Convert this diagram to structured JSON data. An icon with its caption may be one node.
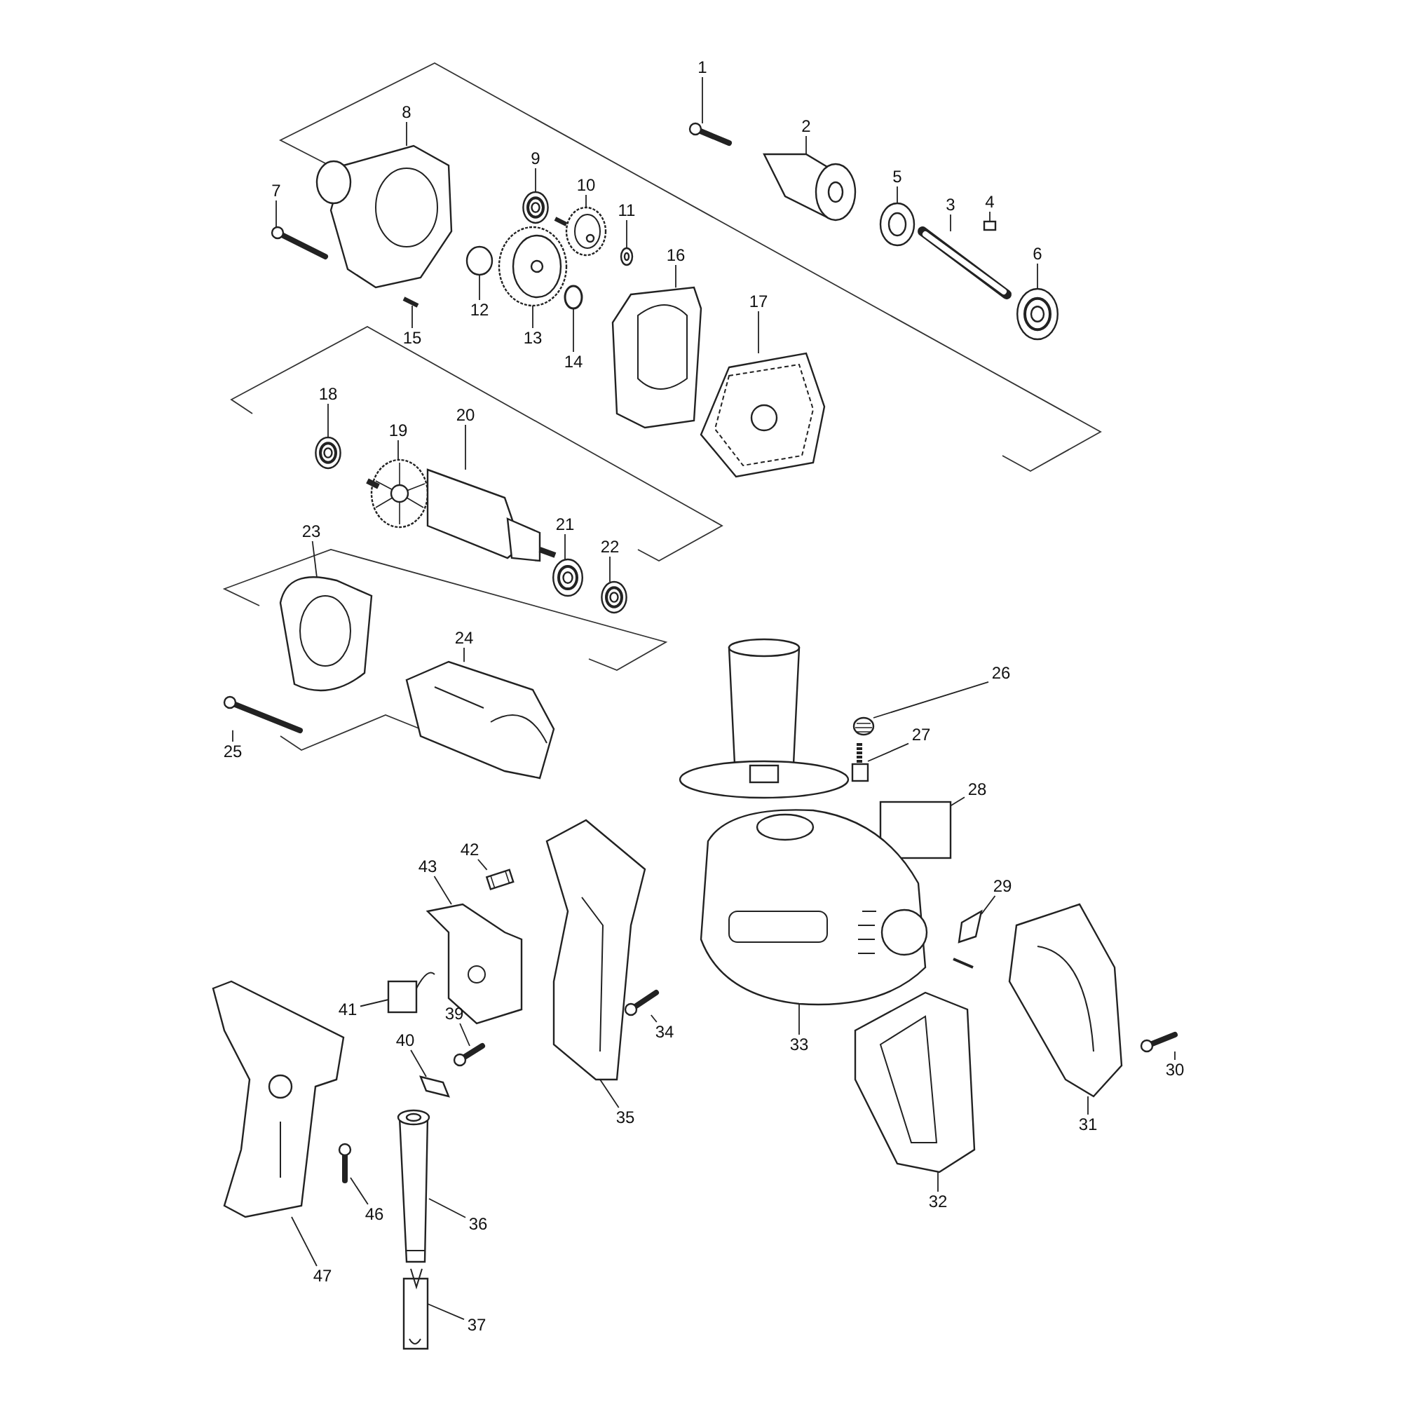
{
  "diagram": {
    "nodes": [
      {
        "text": [
          "1"
        ]
      },
      {
        "text": [
          "2"
        ]
      },
      {
        "text": [
          "3"
        ]
      },
      {
        "text": [
          "4"
        ]
      },
      {
        "text": [
          "5"
        ]
      },
      {
        "text": [
          "6"
        ]
      },
      {
        "text": [
          "7"
        ]
      },
      {
        "text": [
          "8"
        ]
      },
      {
        "text": [
          "9"
        ]
      },
      {
        "text": [
          "10"
        ]
      },
      {
        "text": [
          "11"
        ]
      },
      {
        "text": [
          "12"
        ]
      },
      {
        "text": [
          "13"
        ]
      },
      {
        "text": [
          "14"
        ]
      },
      {
        "text": [
          "15"
        ]
      },
      {
        "text": [
          "16"
        ]
      },
      {
        "text": [
          "17"
        ]
      },
      {
        "text": [
          "18"
        ]
      },
      {
        "text": [
          "19"
        ]
      },
      {
        "text": [
          "20"
        ]
      },
      {
        "text": [
          "21"
        ]
      },
      {
        "text": [
          "22"
        ]
      },
      {
        "text": [
          "23"
        ]
      },
      {
        "text": [
          "24"
        ]
      },
      {
        "text": [
          "25"
        ]
      },
      {
        "text": [
          "26"
        ]
      },
      {
        "text": [
          "27"
        ]
      },
      {
        "text": [
          "28"
        ]
      },
      {
        "text": [
          "29"
        ]
      },
      {
        "text": [
          "30"
        ]
      },
      {
        "text": [
          "31"
        ]
      },
      {
        "text": [
          "32"
        ]
      },
      {
        "text": [
          "33"
        ]
      },
      {
        "text": [
          "34"
        ]
      },
      {
        "text": [
          "35"
        ]
      },
      {
        "text": [
          "36"
        ]
      },
      {
        "text": [
          "37"
        ]
      },
      {
        "text": [
          "39"
        ]
      },
      {
        "text": [
          "40"
        ]
      },
      {
        "text": [
          "41"
        ]
      },
      {
        "text": [
          "42"
        ]
      },
      {
        "text": [
          "43"
        ]
      },
      {
        "text": [
          "46"
        ]
      },
      {
        "text": [
          "47"
        ]
      },
      {
        "text": [],
        "shape": "picture"
      },
      {
        "text": [],
        "shape": "picture"
      },
      {
        "text": [],
        "shape": "picture"
      },
      {
        "text": [],
        "shape": "box"
      },
      {
        "text": [],
        "shape": "picture"
      },
      {
        "text": [],
        "shape": "picture"
      },
      {
        "text": [],
        "shape": "picture"
      },
      {
        "text": [],
        "shape": "picture"
      },
      {
        "text": [],
        "shape": "picture"
      },
      {
        "text": [],
        "shape": "picture"
      },
      {
        "text": [],
        "shape": "picture"
      },
      {
        "text": [],
        "shape": "picture"
      },
      {
        "text": [],
        "shape": "picture"
      },
      {
        "text": [],
        "shape": "picture"
      },
      {
        "text": [],
        "shape": "picture"
      },
      {
        "text": [],
        "shape": "picture"
      },
      {
        "text": [],
        "shape": "picture"
      },
      {
        "text": [],
        "shape": "picture"
      },
      {
        "text": [],
        "shape": "picture"
      },
      {
        "text": [],
        "shape": "picture"
      },
      {
        "text": [],
        "shape": "picture"
      },
      {
        "text": [],
        "shape": "picture"
      },
      {
        "text": [],
        "shape": "picture"
      },
      {
        "text": [],
        "shape": "picture"
      },
      {
        "text": [],
        "shape": "picture"
      },
      {
        "text": [],
        "shape": "picture"
      },
      {
        "text": [],
        "shape": "picture"
      },
      {
        "text": [],
        "shape": "box"
      },
      {
        "text": [],
        "shape": "picture"
      },
      {
        "text": [],
        "shape": "picture"
      },
      {
        "text": [],
        "shape": "picture"
      },
      {
        "text": [],
        "shape": "picture"
      },
      {
        "text": [],
        "shape": "picture"
      },
      {
        "text": [],
        "shape": "picture"
      },
      {
        "text": [],
        "shape": "picture"
      },
      {
        "text": [],
        "shape": "picture"
      },
      {
        "text": [],
        "shape": "picture"
      },
      {
        "text": [],
        "shape": "picture"
      },
      {
        "text": [],
        "shape": "picture"
      },
      {
        "text": [],
        "shape": "picture"
      },
      {
        "text": [],
        "shape": "picture"
      },
      {
        "text": [],
        "shape": "picture"
      },
      {
        "text": [],
        "shape": "picture"
      },
      {
        "text": [],
        "shape": "picture"
      }
    ],
    "edges": [
      {
        "from": 0,
        "to": 44,
        "arrow": "none"
      },
      {
        "from": 1,
        "to": 45,
        "arrow": "none"
      },
      {
        "from": 2,
        "to": 46,
        "arrow": "none"
      },
      {
        "from": 3,
        "to": 47,
        "arrow": "none"
      },
      {
        "from": 4,
        "to": 48,
        "arrow": "none"
      },
      {
        "from": 5,
        "to": 49,
        "arrow": "none"
      },
      {
        "from": 6,
        "to": 50,
        "arrow": "none"
      },
      {
        "from": 7,
        "to": 51,
        "arrow": "none"
      },
      {
        "from": 8,
        "to": 52,
        "arrow": "none"
      },
      {
        "from": 9,
        "to": 53,
        "arrow": "none"
      },
      {
        "from": 10,
        "to": 54,
        "arrow": "none"
      },
      {
        "from": 11,
        "to": 55,
        "arrow": "none"
      },
      {
        "from": 12,
        "to": 56,
        "arrow": "none"
      },
      {
        "from": 13,
        "to": 57,
        "arrow": "none"
      },
      {
        "from": 14,
        "to": 58,
        "arrow": "none"
      },
      {
        "from": 15,
        "to": 59,
        "arrow": "none"
      },
      {
        "from": 16,
        "to": 60,
        "arrow": "none"
      },
      {
        "from": 17,
        "to": 61,
        "arrow": "none"
      },
      {
        "from": 18,
        "to": 62,
        "arrow": "none"
      },
      {
        "from": 19,
        "to": 63,
        "arrow": "none"
      },
      {
        "from": 20,
        "to": 64,
        "arrow": "none"
      },
      {
        "from": 21,
        "to": 65,
        "arrow": "none"
      },
      {
        "from": 22,
        "to": 66,
        "arrow": "none"
      },
      {
        "from": 23,
        "to": 67,
        "arrow": "none"
      },
      {
        "from": 24,
        "to": 68,
        "arrow": "none"
      },
      {
        "from": 25,
        "to": 69,
        "arrow": "none"
      },
      {
        "from": 26,
        "to": 70,
        "arrow": "none"
      },
      {
        "from": 27,
        "to": 71,
        "arrow": "none"
      },
      {
        "from": 28,
        "to": 72,
        "arrow": "none"
      },
      {
        "from": 29,
        "to": 73,
        "arrow": "none"
      },
      {
        "from": 30,
        "to": 74,
        "arrow": "none"
      },
      {
        "from": 31,
        "to": 75,
        "arrow": "none"
      },
      {
        "from": 32,
        "to": 76,
        "arrow": "none"
      },
      {
        "from": 33,
        "to": 77,
        "arrow": "none"
      },
      {
        "from": 34,
        "to": 78,
        "arrow": "none"
      },
      {
        "from": 35,
        "to": 79,
        "arrow": "none"
      },
      {
        "from": 36,
        "to": 80,
        "arrow": "none"
      },
      {
        "from": 37,
        "to": 81,
        "arrow": "none"
      },
      {
        "from": 38,
        "to": 82,
        "arrow": "none"
      },
      {
        "from": 39,
        "to": 83,
        "arrow": "none"
      },
      {
        "from": 40,
        "to": 84,
        "arrow": "none"
      },
      {
        "from": 41,
        "to": 85,
        "arrow": "none"
      },
      {
        "from": 42,
        "to": 86,
        "arrow": "none"
      },
      {
        "from": 43,
        "to": 87,
        "arrow": "none"
      }
    ]
  }
}
